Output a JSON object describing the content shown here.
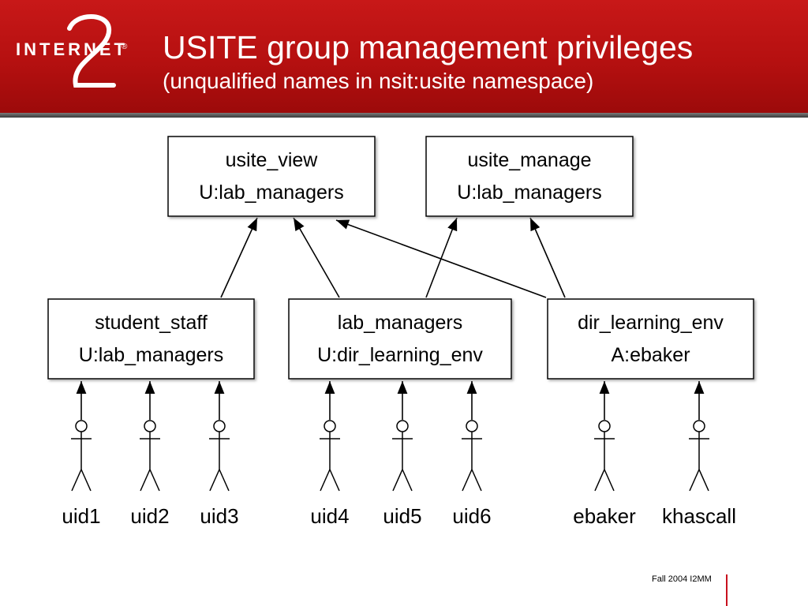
{
  "header": {
    "title": "USITE group management privileges",
    "subtitle": "(unqualified names in nsit:usite namespace)",
    "logo": {
      "text": "INTERNET",
      "numeral": "2",
      "mark": "®"
    }
  },
  "colors": {
    "header_red": "#b51010",
    "footer_rule": "#c8101e",
    "box_border": "#000000"
  },
  "groups": [
    {
      "id": "usite_view",
      "name": "usite_view",
      "member": "U:lab_managers"
    },
    {
      "id": "usite_manage",
      "name": "usite_manage",
      "member": "U:lab_managers"
    },
    {
      "id": "student_staff",
      "name": "student_staff",
      "member": "U:lab_managers"
    },
    {
      "id": "lab_managers",
      "name": "lab_managers",
      "member": "U:dir_learning_env"
    },
    {
      "id": "dir_learning_env",
      "name": "dir_learning_env",
      "member": "A:ebaker"
    }
  ],
  "edges": [
    {
      "from": "student_staff",
      "to": "usite_view"
    },
    {
      "from": "lab_managers",
      "to": "usite_view"
    },
    {
      "from": "lab_managers",
      "to": "usite_manage"
    },
    {
      "from": "dir_learning_env",
      "to": "usite_view"
    },
    {
      "from": "dir_learning_env",
      "to": "usite_manage"
    }
  ],
  "users": [
    {
      "name": "uid1",
      "group": "student_staff"
    },
    {
      "name": "uid2",
      "group": "student_staff"
    },
    {
      "name": "uid3",
      "group": "student_staff"
    },
    {
      "name": "uid4",
      "group": "lab_managers"
    },
    {
      "name": "uid5",
      "group": "lab_managers"
    },
    {
      "name": "uid6",
      "group": "lab_managers"
    },
    {
      "name": "ebaker",
      "group": "dir_learning_env"
    },
    {
      "name": "khascall",
      "group": "dir_learning_env"
    }
  ],
  "footer": {
    "text": "Fall 2004 I2MM"
  }
}
